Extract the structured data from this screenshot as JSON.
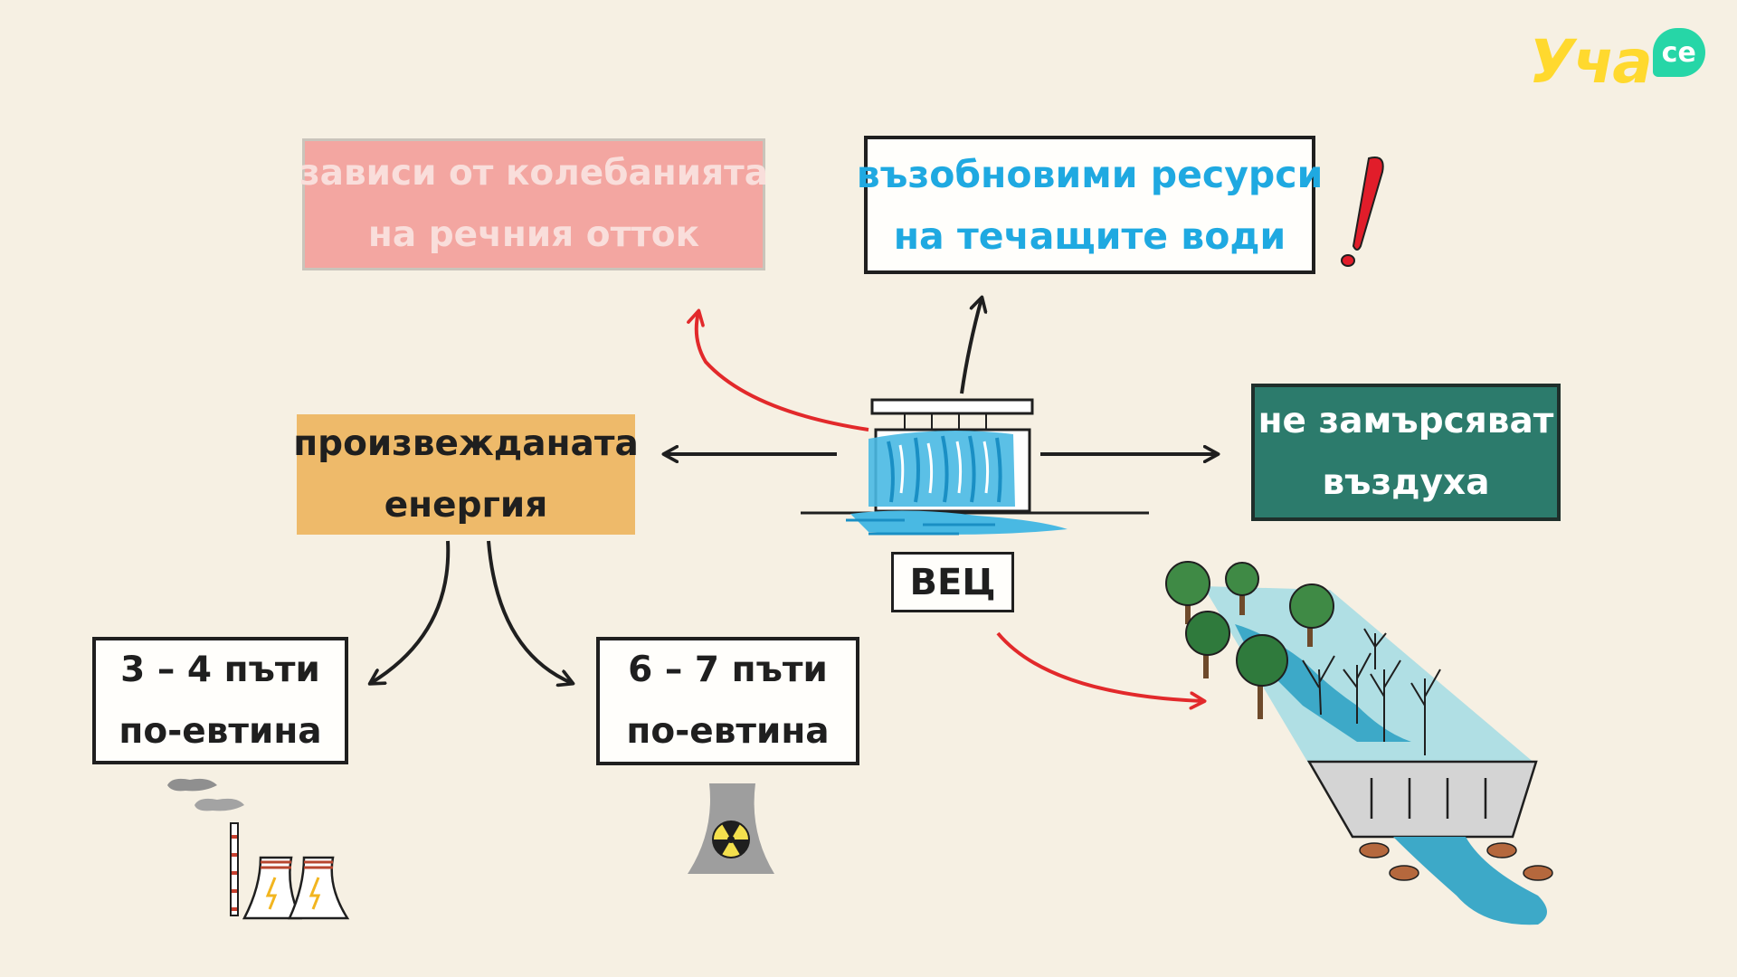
{
  "brand": {
    "logo_text": "Уча",
    "logo_badge": "се"
  },
  "boxes": {
    "river": {
      "line1": "зависи от колебанията",
      "line2": "на речния отток"
    },
    "renewable": {
      "line1": "възобновими ресурси",
      "line2": "на течащите води"
    },
    "energy": {
      "line1": "произвежданата",
      "line2": "енергия"
    },
    "air": {
      "line1": "не замърсяват",
      "line2": "въздуха"
    },
    "cheaper_thermal": {
      "line1": "3 – 4 пъти",
      "line2": "по-евтина"
    },
    "cheaper_nuclear": {
      "line1": "6 – 7 пъти",
      "line2": "по-евтина"
    },
    "hpp": {
      "label": "ВЕЦ"
    }
  },
  "colors": {
    "red_arrow": "#e2292b",
    "black_arrow": "#1f1f1f",
    "water": "#49b9e3",
    "accent_blue": "#1fa9e1",
    "exclamation": "#e11d2a"
  }
}
